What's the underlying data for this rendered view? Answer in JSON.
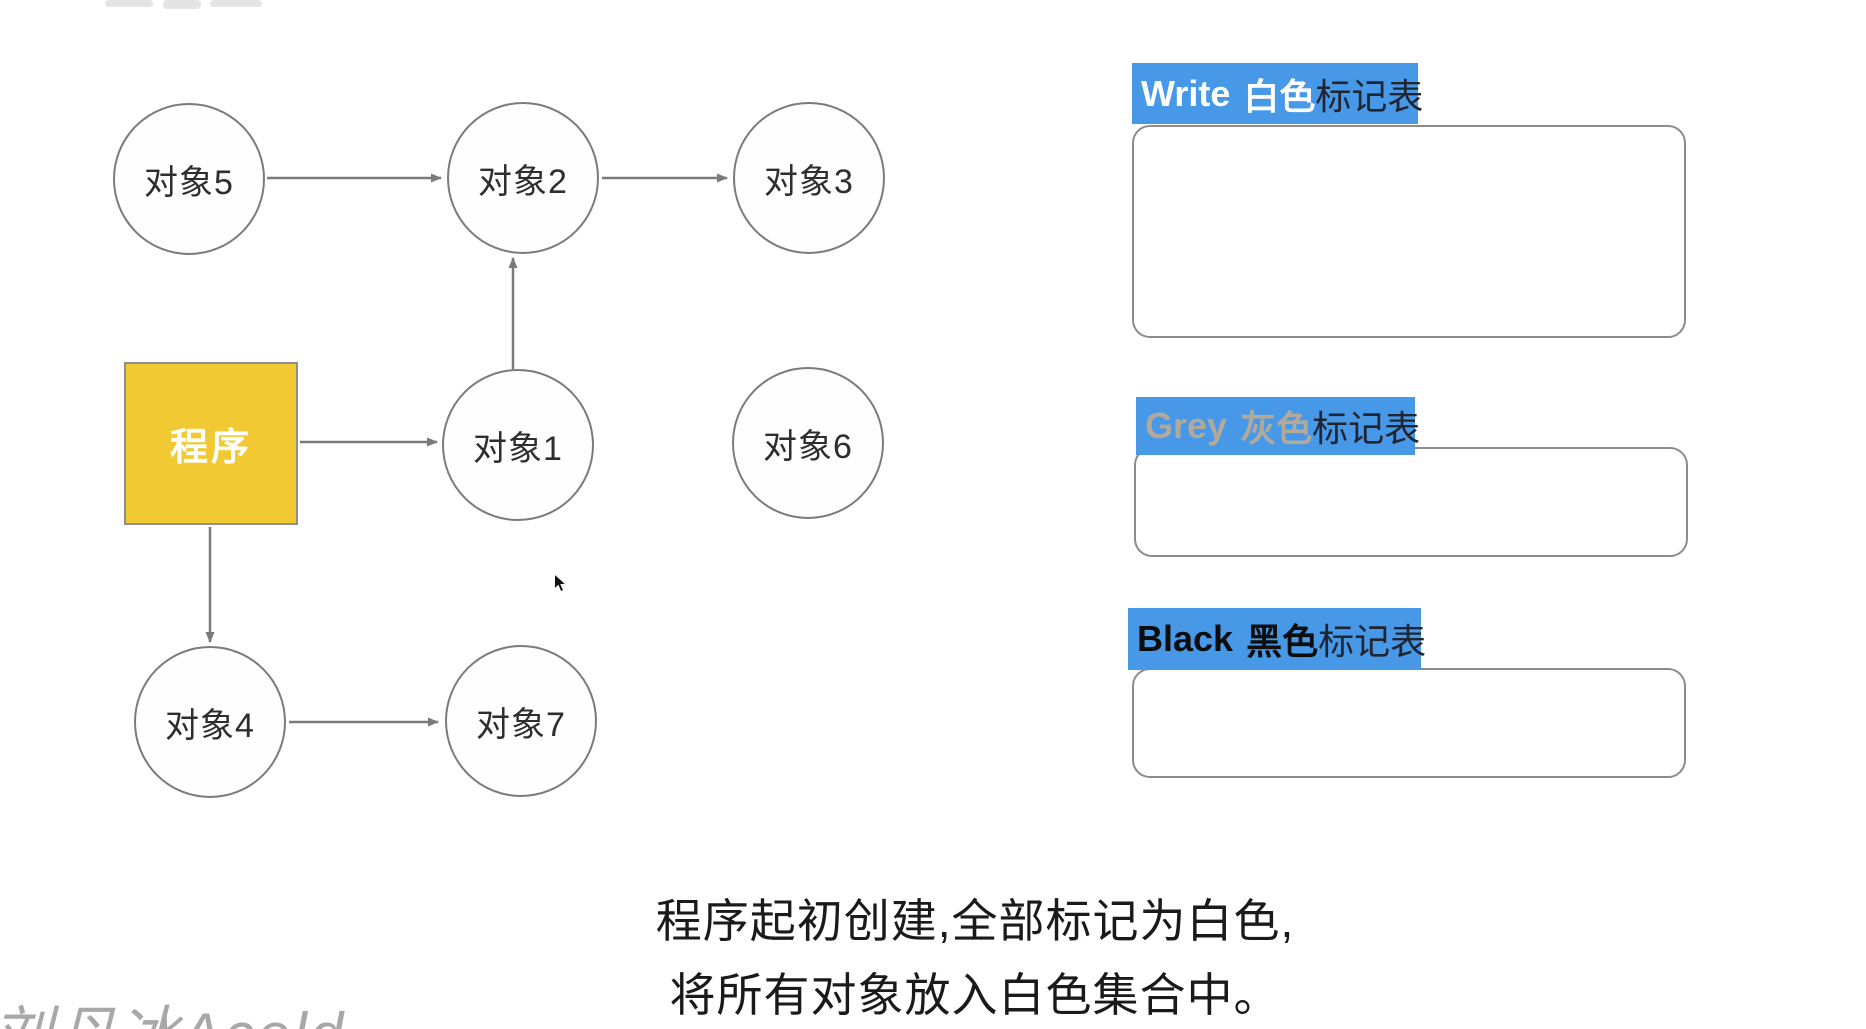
{
  "diagram": {
    "nodes": [
      {
        "label": "对象5"
      },
      {
        "label": "对象2"
      },
      {
        "label": "对象3"
      },
      {
        "label": "对象1"
      },
      {
        "label": "对象6"
      },
      {
        "label": "对象4"
      },
      {
        "label": "对象7"
      }
    ],
    "program_label": "程序",
    "edges": [
      "程序→对象1",
      "程序→对象4",
      "对象5→对象2",
      "对象2→对象3",
      "对象1→对象2",
      "对象4→对象7"
    ]
  },
  "panels": {
    "white": {
      "en": "Write",
      "color_word": "白色",
      "suffix": "标记表"
    },
    "grey": {
      "en": "Grey",
      "color_word": "灰色",
      "suffix": "标记表"
    },
    "black": {
      "en": "Black",
      "color_word": "黑色",
      "suffix": "标记表"
    }
  },
  "caption": {
    "line1": "程序起初创建,全部标记为白色,",
    "line2": "将所有对象放入白色集合中。"
  },
  "watermark": {
    "text": "刘丹冰Aceld"
  },
  "colors": {
    "label_blue": "#4898e8",
    "program_yellow": "#f1ca33",
    "grey_word": "#b2a99b",
    "edge_grey": "#7a7a7a"
  },
  "icons": {
    "cursor": "black-arrow-pointer"
  }
}
